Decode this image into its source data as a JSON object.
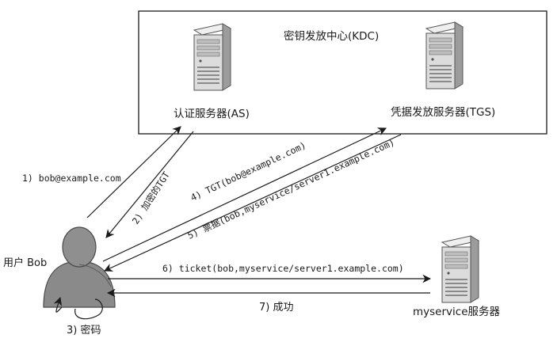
{
  "kdc": {
    "title": "密钥发放中心(KDC)"
  },
  "servers": {
    "as": {
      "label": "认证服务器(AS)",
      "icon": "server-tower-icon"
    },
    "tgs": {
      "label": "凭据发放服务器(TGS)",
      "icon": "server-tower-icon"
    },
    "myservice": {
      "label": "myservice服务器",
      "icon": "server-tower-icon"
    }
  },
  "user": {
    "label": "用户 Bob",
    "icon": "user-avatar-icon"
  },
  "steps": {
    "s1": "1) bob@example.com",
    "s2": "2) 加密的TGT",
    "s3": "3) 密码",
    "s4": "4) TGT(bob@example.com)",
    "s5": "5) 票据(bob,myservice/server1.example.com)",
    "s6": "6) ticket(bob,myservice/server1.example.com)",
    "s7": "7) 成功"
  },
  "colors": {
    "line": "#1a1a1a",
    "server_body": "#d8d8d8",
    "server_side": "#a9a9a9",
    "user_fill": "#8a8a8a"
  }
}
